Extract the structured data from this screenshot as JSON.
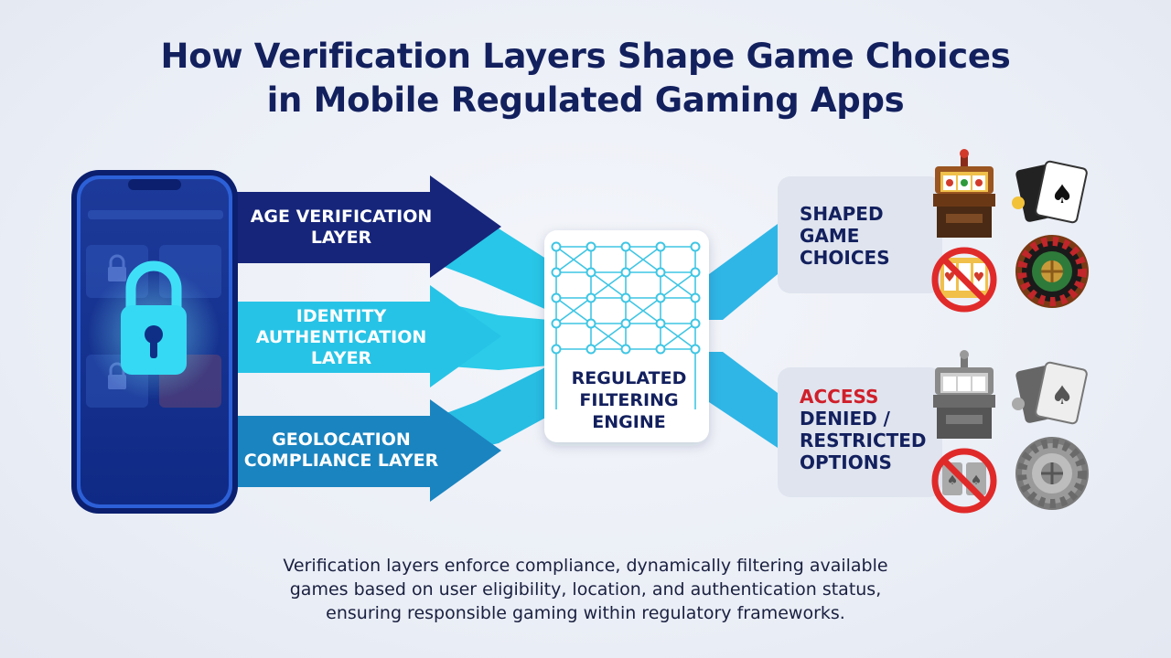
{
  "title": {
    "line1": "How Verification Layers Shape Game Choices",
    "line2": "in Mobile Regulated Gaming Apps"
  },
  "layers": [
    {
      "lines": [
        "AGE VERIFICATION",
        "LAYER"
      ],
      "color": "#16257a"
    },
    {
      "lines": [
        "IDENTITY",
        "AUTHENTICATION",
        "LAYER"
      ],
      "color": "#27c3e6"
    },
    {
      "lines": [
        "GEOLOCATION",
        "COMPLIANCE LAYER"
      ],
      "color": "#1a84c0"
    }
  ],
  "engine": {
    "lines": [
      "REGULATED",
      "FILTERING",
      "ENGINE"
    ]
  },
  "outputs": {
    "shaped": {
      "lines": [
        "SHAPED",
        "GAME",
        "CHOICES"
      ]
    },
    "denied": {
      "highlight": "ACCESS",
      "lines": [
        "DENIED /",
        "RESTRICTED",
        "OPTIONS"
      ]
    }
  },
  "caption": {
    "line1": "Verification layers enforce compliance, dynamically filtering available",
    "line2": "games based on user eligibility, location, and authentication status,",
    "line3": "ensuring responsible gaming within regulatory frameworks."
  },
  "colors": {
    "navy": "#13205e",
    "cyan": "#27c3e6",
    "teal": "#1a84c0",
    "deny_red": "#d01f2a"
  },
  "icons": {
    "phone": "lock-icon",
    "allowed": [
      "slot-machine-icon",
      "playing-cards-icon",
      "blocked-slot-icon",
      "roulette-wheel-icon"
    ],
    "denied": [
      "slot-machine-icon",
      "playing-cards-icon",
      "blocked-cards-icon",
      "roulette-wheel-icon"
    ]
  }
}
